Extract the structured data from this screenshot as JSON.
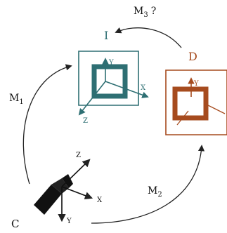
{
  "diagram": {
    "frames": {
      "I": {
        "label": "I",
        "axes": {
          "y": "Y",
          "x": "X",
          "z": "Z"
        },
        "color": "#2e6f73"
      },
      "D": {
        "label": "D",
        "axes": {
          "y": "Y"
        },
        "color": "#a64b1e"
      },
      "camera": {
        "label": "C",
        "axes": {
          "z": "Z",
          "x": "X",
          "y": "Y"
        }
      }
    },
    "transforms": {
      "M1": {
        "label": "M",
        "subscript": "1"
      },
      "M2": {
        "label": "M",
        "subscript": "2"
      },
      "M3": {
        "label": "M",
        "subscript": "3",
        "suffix": "?"
      }
    }
  }
}
